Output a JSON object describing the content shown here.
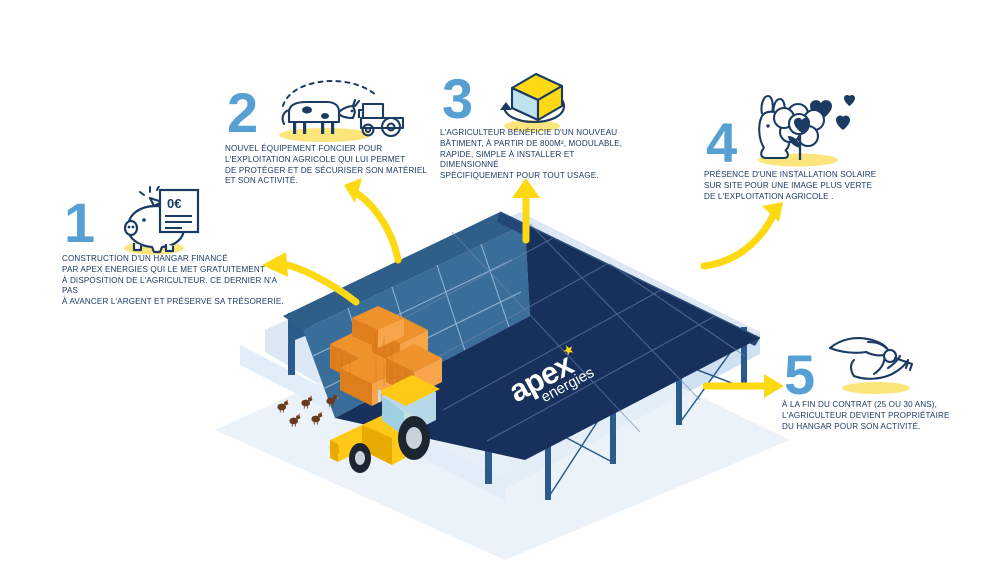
{
  "palette": {
    "accent_blue": "#56A0D3",
    "text_navy": "#1B3B63",
    "arrow_yellow": "#FCD913",
    "roof_dark": "#17305C",
    "roof_mid": "#3A6E9A",
    "roof_light": "#3E7BA8",
    "ground_blue": "#DCE9F4",
    "bale_orange": "#F0922B",
    "tractor_yellow": "#FFC917",
    "icon_navy": "#1B3B63",
    "icon_yellow": "#FCE57A",
    "background": "#FFFFFF"
  },
  "brand": {
    "name_primary": "apex",
    "name_secondary": "energies",
    "star_icon": "star-icon"
  },
  "steps": [
    {
      "number": "1",
      "icon": "piggy-bank-with-zero-euro-invoice-icon",
      "icon_label": "0€",
      "text": "CONSTRUCTION D'UN HANGAR FINANCÉ\nPAR APEX ENERGIES QUI LE MET GRATUITEMENT\nÀ DISPOSITION DE L'AGRICULTEUR. CE DERNIER N'A PAS\nÀ AVANCER L'ARGENT ET PRÉSERVE SA TRÉSORERIE."
    },
    {
      "number": "2",
      "icon": "cow-and-tractor-icon",
      "icon_label": "",
      "text": "NOUVEL ÉQUIPEMENT FONCIER POUR\nL'EXPLOITATION AGRICOLE QUI LUI PERMET\nDE PROTÉGER ET DE SÉCURISER SON MATÉRIEL\nET SON ACTIVITÉ."
    },
    {
      "number": "3",
      "icon": "rotating-modular-building-box-icon",
      "icon_label": "",
      "text": "L'AGRICULTEUR BÉNÉFICIE D'UN NOUVEAU\nBÂTIMENT, À PARTIR DE 800M², MODULABLE,\nRAPIDE, SIMPLE À INSTALLER ET DIMENSIONNÉ\nSPÉCIFIQUEMENT POUR TOUT USAGE."
    },
    {
      "number": "4",
      "icon": "rabbit-flower-and-hearts-icon",
      "icon_label": "",
      "text": "PRÉSENCE D'UNE INSTALLATION SOLAIRE\nSUR SITE POUR UNE IMAGE PLUS VERTE\nDE L'EXPLOITATION AGRICOLE ."
    },
    {
      "number": "5",
      "icon": "handing-over-keys-icon",
      "icon_label": "",
      "text": "À LA FIN DU CONTRAT (25 OU 30 ANS),\nL'AGRICULTEUR DEVIENT PROPRIÉTAIRE\nDU HANGAR POUR SON ACTIVITÉ."
    }
  ],
  "scene": {
    "name": "solar-barn-illustration",
    "elements": [
      "solar-panel-roof",
      "steel-frame-posts",
      "hay-bales",
      "tractor",
      "chickens",
      "ground-platform"
    ]
  },
  "arrows": [
    {
      "name": "arrow-to-step-1",
      "direction": "left"
    },
    {
      "name": "arrow-to-step-2",
      "direction": "up"
    },
    {
      "name": "arrow-to-step-3",
      "direction": "up"
    },
    {
      "name": "arrow-to-step-4",
      "direction": "up-right"
    },
    {
      "name": "arrow-to-step-5",
      "direction": "right"
    }
  ]
}
